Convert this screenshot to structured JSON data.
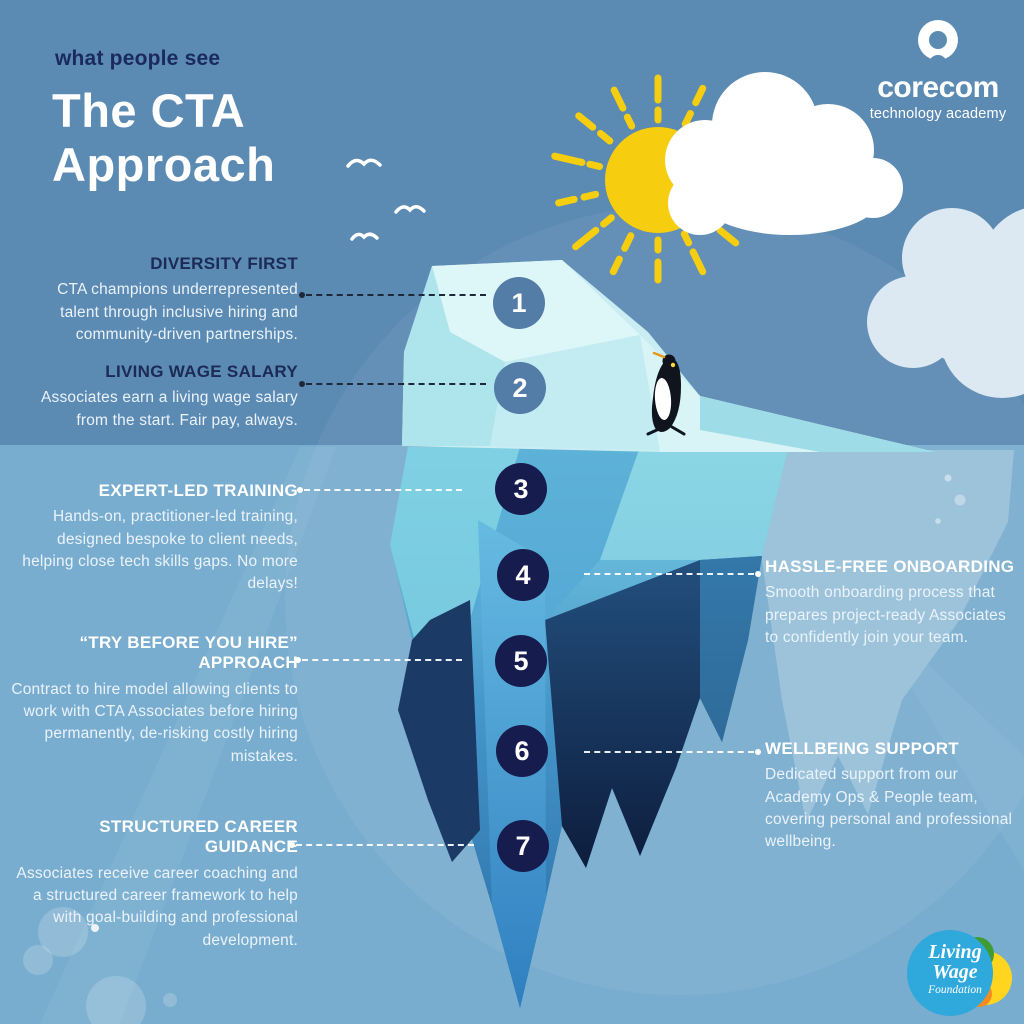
{
  "colors": {
    "sky": "#5b8ab3",
    "sea": "#79adcf",
    "navy_circle": "#171c4e",
    "muted_circle": "#537ca6",
    "heading_dark": "#1b2a56",
    "sun_yellow": "#f6ce0f"
  },
  "header": {
    "eyebrow": "what people see",
    "title_line1": "The CTA",
    "title_line2": "Approach"
  },
  "brand": {
    "name": "corecom",
    "tagline": "technology academy"
  },
  "steps": [
    {
      "number": "1",
      "title": "DIVERSITY FIRST",
      "body": "CTA champions underrepresented talent through inclusive hiring and community-driven partnerships."
    },
    {
      "number": "2",
      "title": "LIVING WAGE SALARY",
      "body": "Associates earn a living wage salary from the start. Fair pay, always."
    },
    {
      "number": "3",
      "title": "EXPERT-LED TRAINING",
      "body": "Hands-on, practitioner-led training, designed bespoke to client needs, helping close tech skills gaps. No more delays!"
    },
    {
      "number": "4",
      "title": "HASSLE-FREE ONBOARDING",
      "body": "Smooth onboarding process that prepares project-ready Associates to confidently join your team."
    },
    {
      "number": "5",
      "title": "“TRY BEFORE YOU HIRE” APPROACH",
      "body": "Contract to hire model allowing clients to work with CTA Associates before hiring permanently, de-risking costly hiring mistakes."
    },
    {
      "number": "6",
      "title": "WELLBEING SUPPORT",
      "body": "Dedicated support from our Academy Ops & People team, covering personal and professional wellbeing."
    },
    {
      "number": "7",
      "title": "STRUCTURED CAREER GUIDANCE",
      "body": "Associates receive career coaching and a structured career framework to help with goal-building and professional development."
    }
  ],
  "footer_logo": {
    "line1": "Living",
    "line2": "Wage",
    "line3": "Foundation"
  }
}
